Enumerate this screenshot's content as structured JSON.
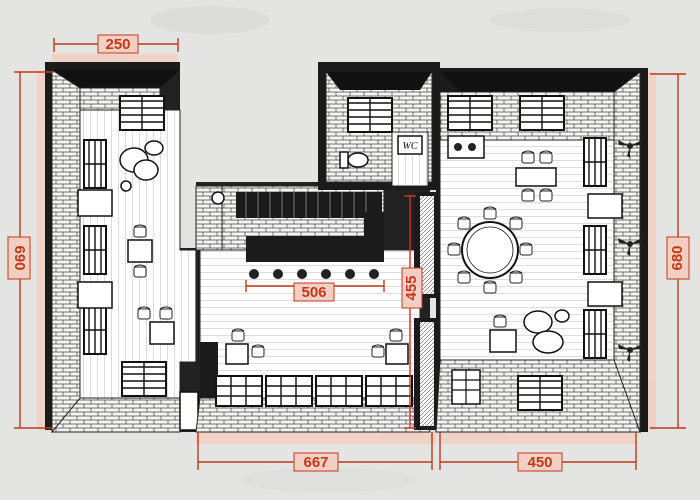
{
  "colors": {
    "accent": "#c0391b",
    "band": "#f2cfc2",
    "ink": "#1b1b1b",
    "floor": "#ffffff",
    "background": "#e4e4e2"
  },
  "dimensions": {
    "top_width": "250",
    "left_height": "690",
    "right_height": "680",
    "bar_length": "506",
    "partition_height": "455",
    "bottom_center": "667",
    "bottom_right": "450"
  },
  "labels": {
    "wc": "WC"
  },
  "icons": [
    "ceiling-fan-icon",
    "window-icon",
    "table-icon",
    "chair-icon",
    "stool-icon",
    "stove-icon",
    "armchair-icon"
  ]
}
